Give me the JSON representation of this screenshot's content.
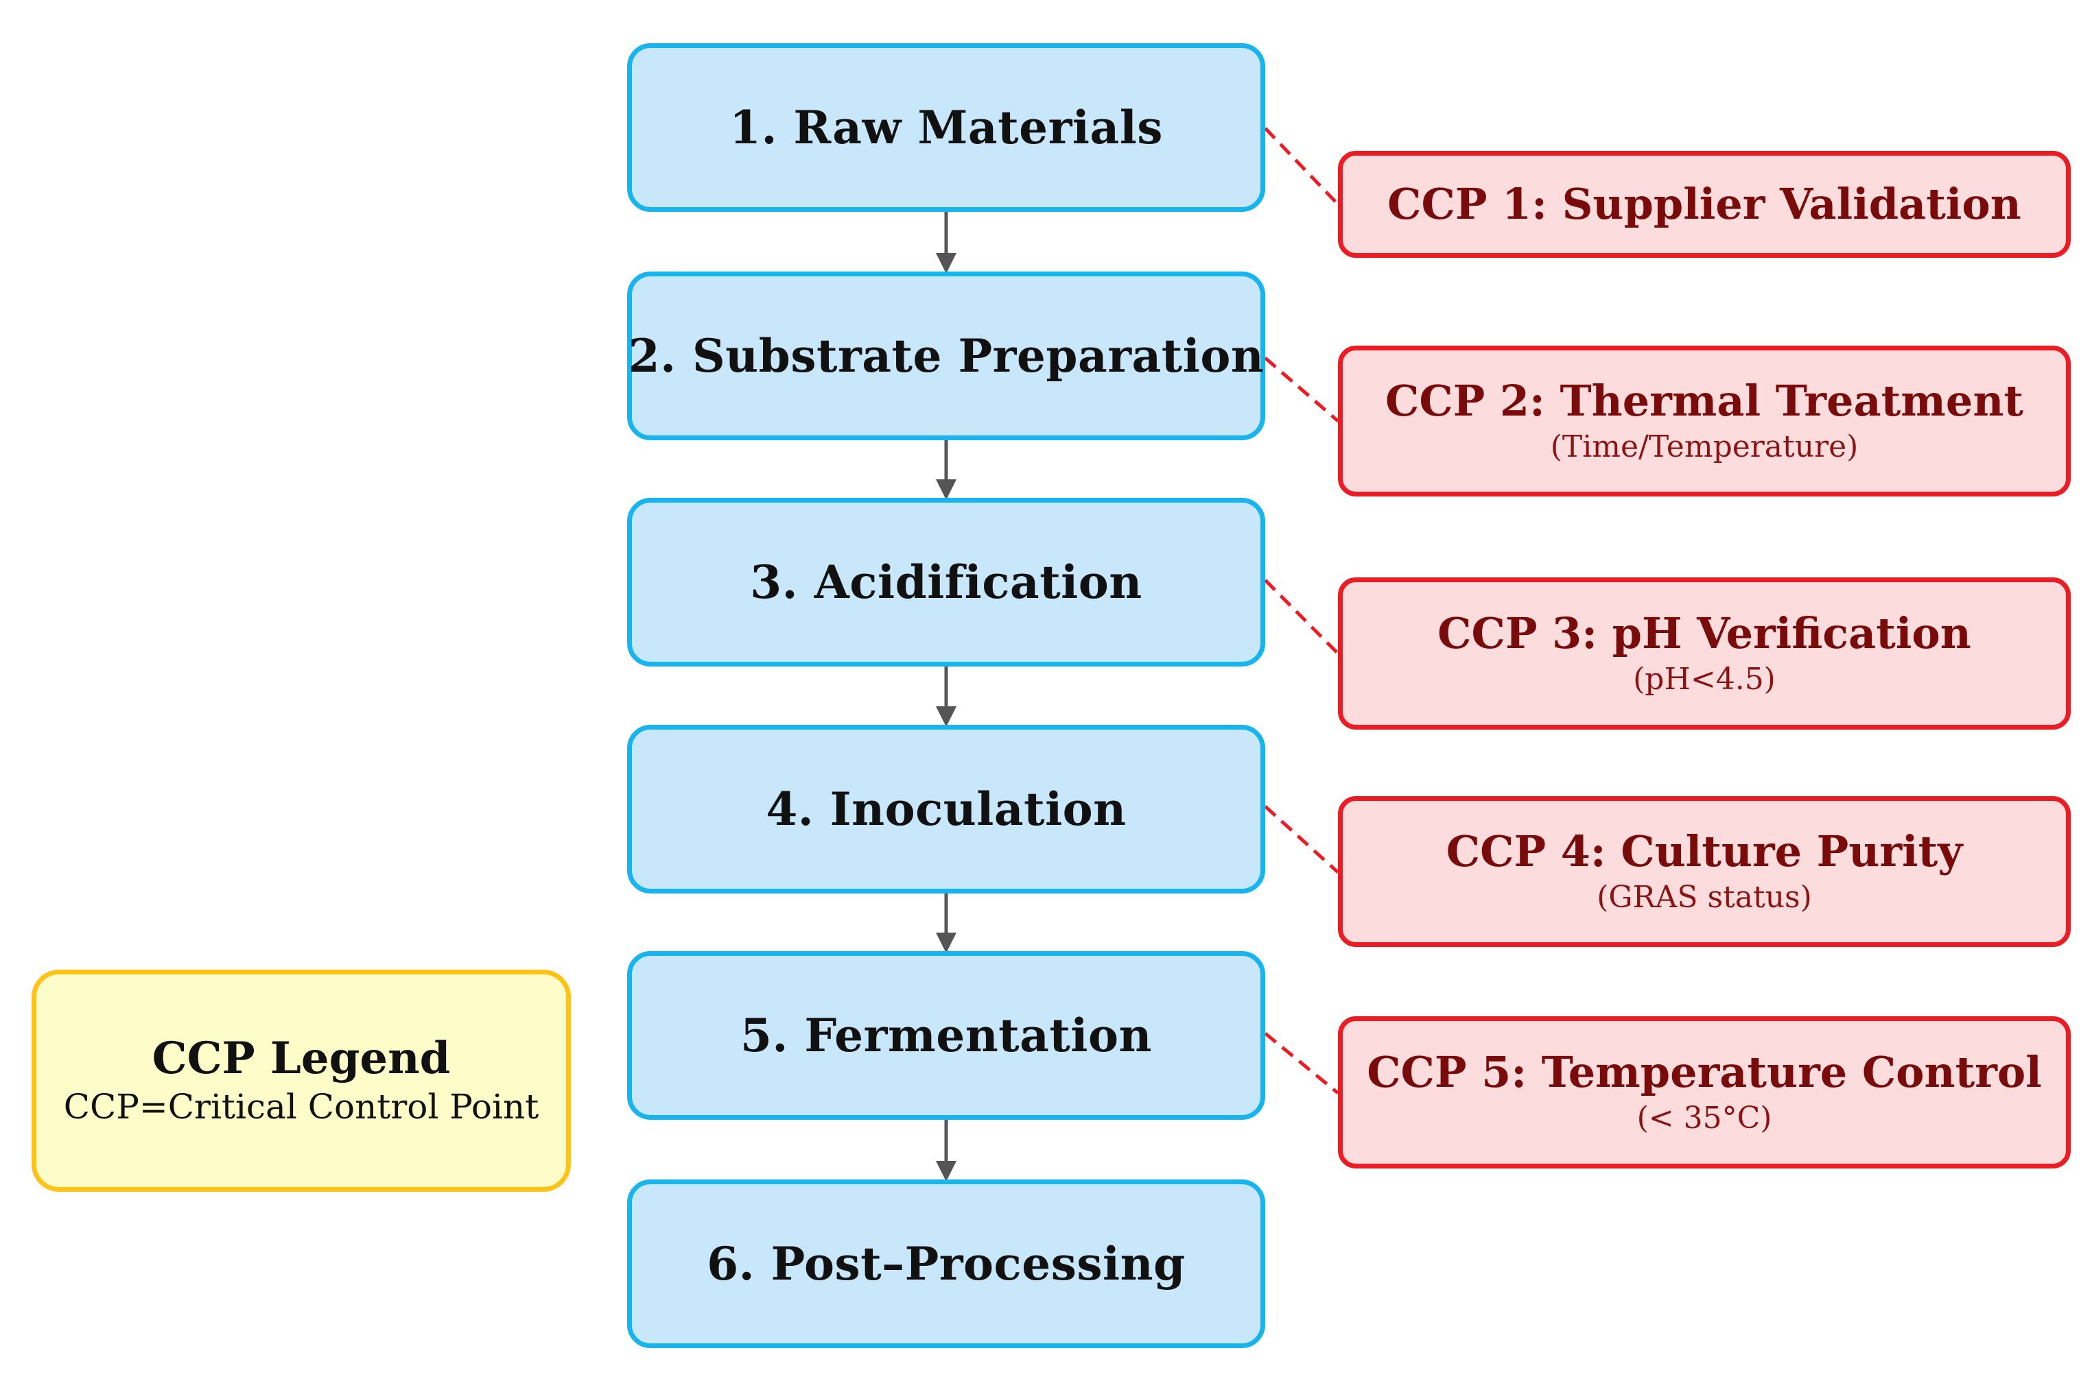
{
  "steps": [
    {
      "label": "1. Raw Materials"
    },
    {
      "label": "2. Substrate Preparation"
    },
    {
      "label": "3. Acidification"
    },
    {
      "label": "4. Inoculation"
    },
    {
      "label": "5. Fermentation"
    },
    {
      "label": "6. Post–Processing"
    }
  ],
  "ccps": [
    {
      "title": "CCP 1: Supplier Validation",
      "detail": ""
    },
    {
      "title": "CCP 2: Thermal Treatment",
      "detail": "(Time/Temperature)"
    },
    {
      "title": "CCP 3: pH Verification",
      "detail": "(pH<4.5)"
    },
    {
      "title": "CCP 4: Culture Purity",
      "detail": "(GRAS status)"
    },
    {
      "title": "CCP 5: Temperature Control",
      "detail": "(< 35°C)"
    }
  ],
  "legend": {
    "title": "CCP Legend",
    "text": "CCP=Critical Control Point"
  },
  "colors": {
    "step_fill": "#c9e7fb",
    "step_border": "#18b4ee",
    "ccp_fill": "#fddcde",
    "ccp_border": "#ec1c24",
    "ccp_text": "#7a0b0b",
    "legend_fill": "#fefdc9",
    "legend_border": "#ffc317",
    "arrow": "#555555"
  }
}
